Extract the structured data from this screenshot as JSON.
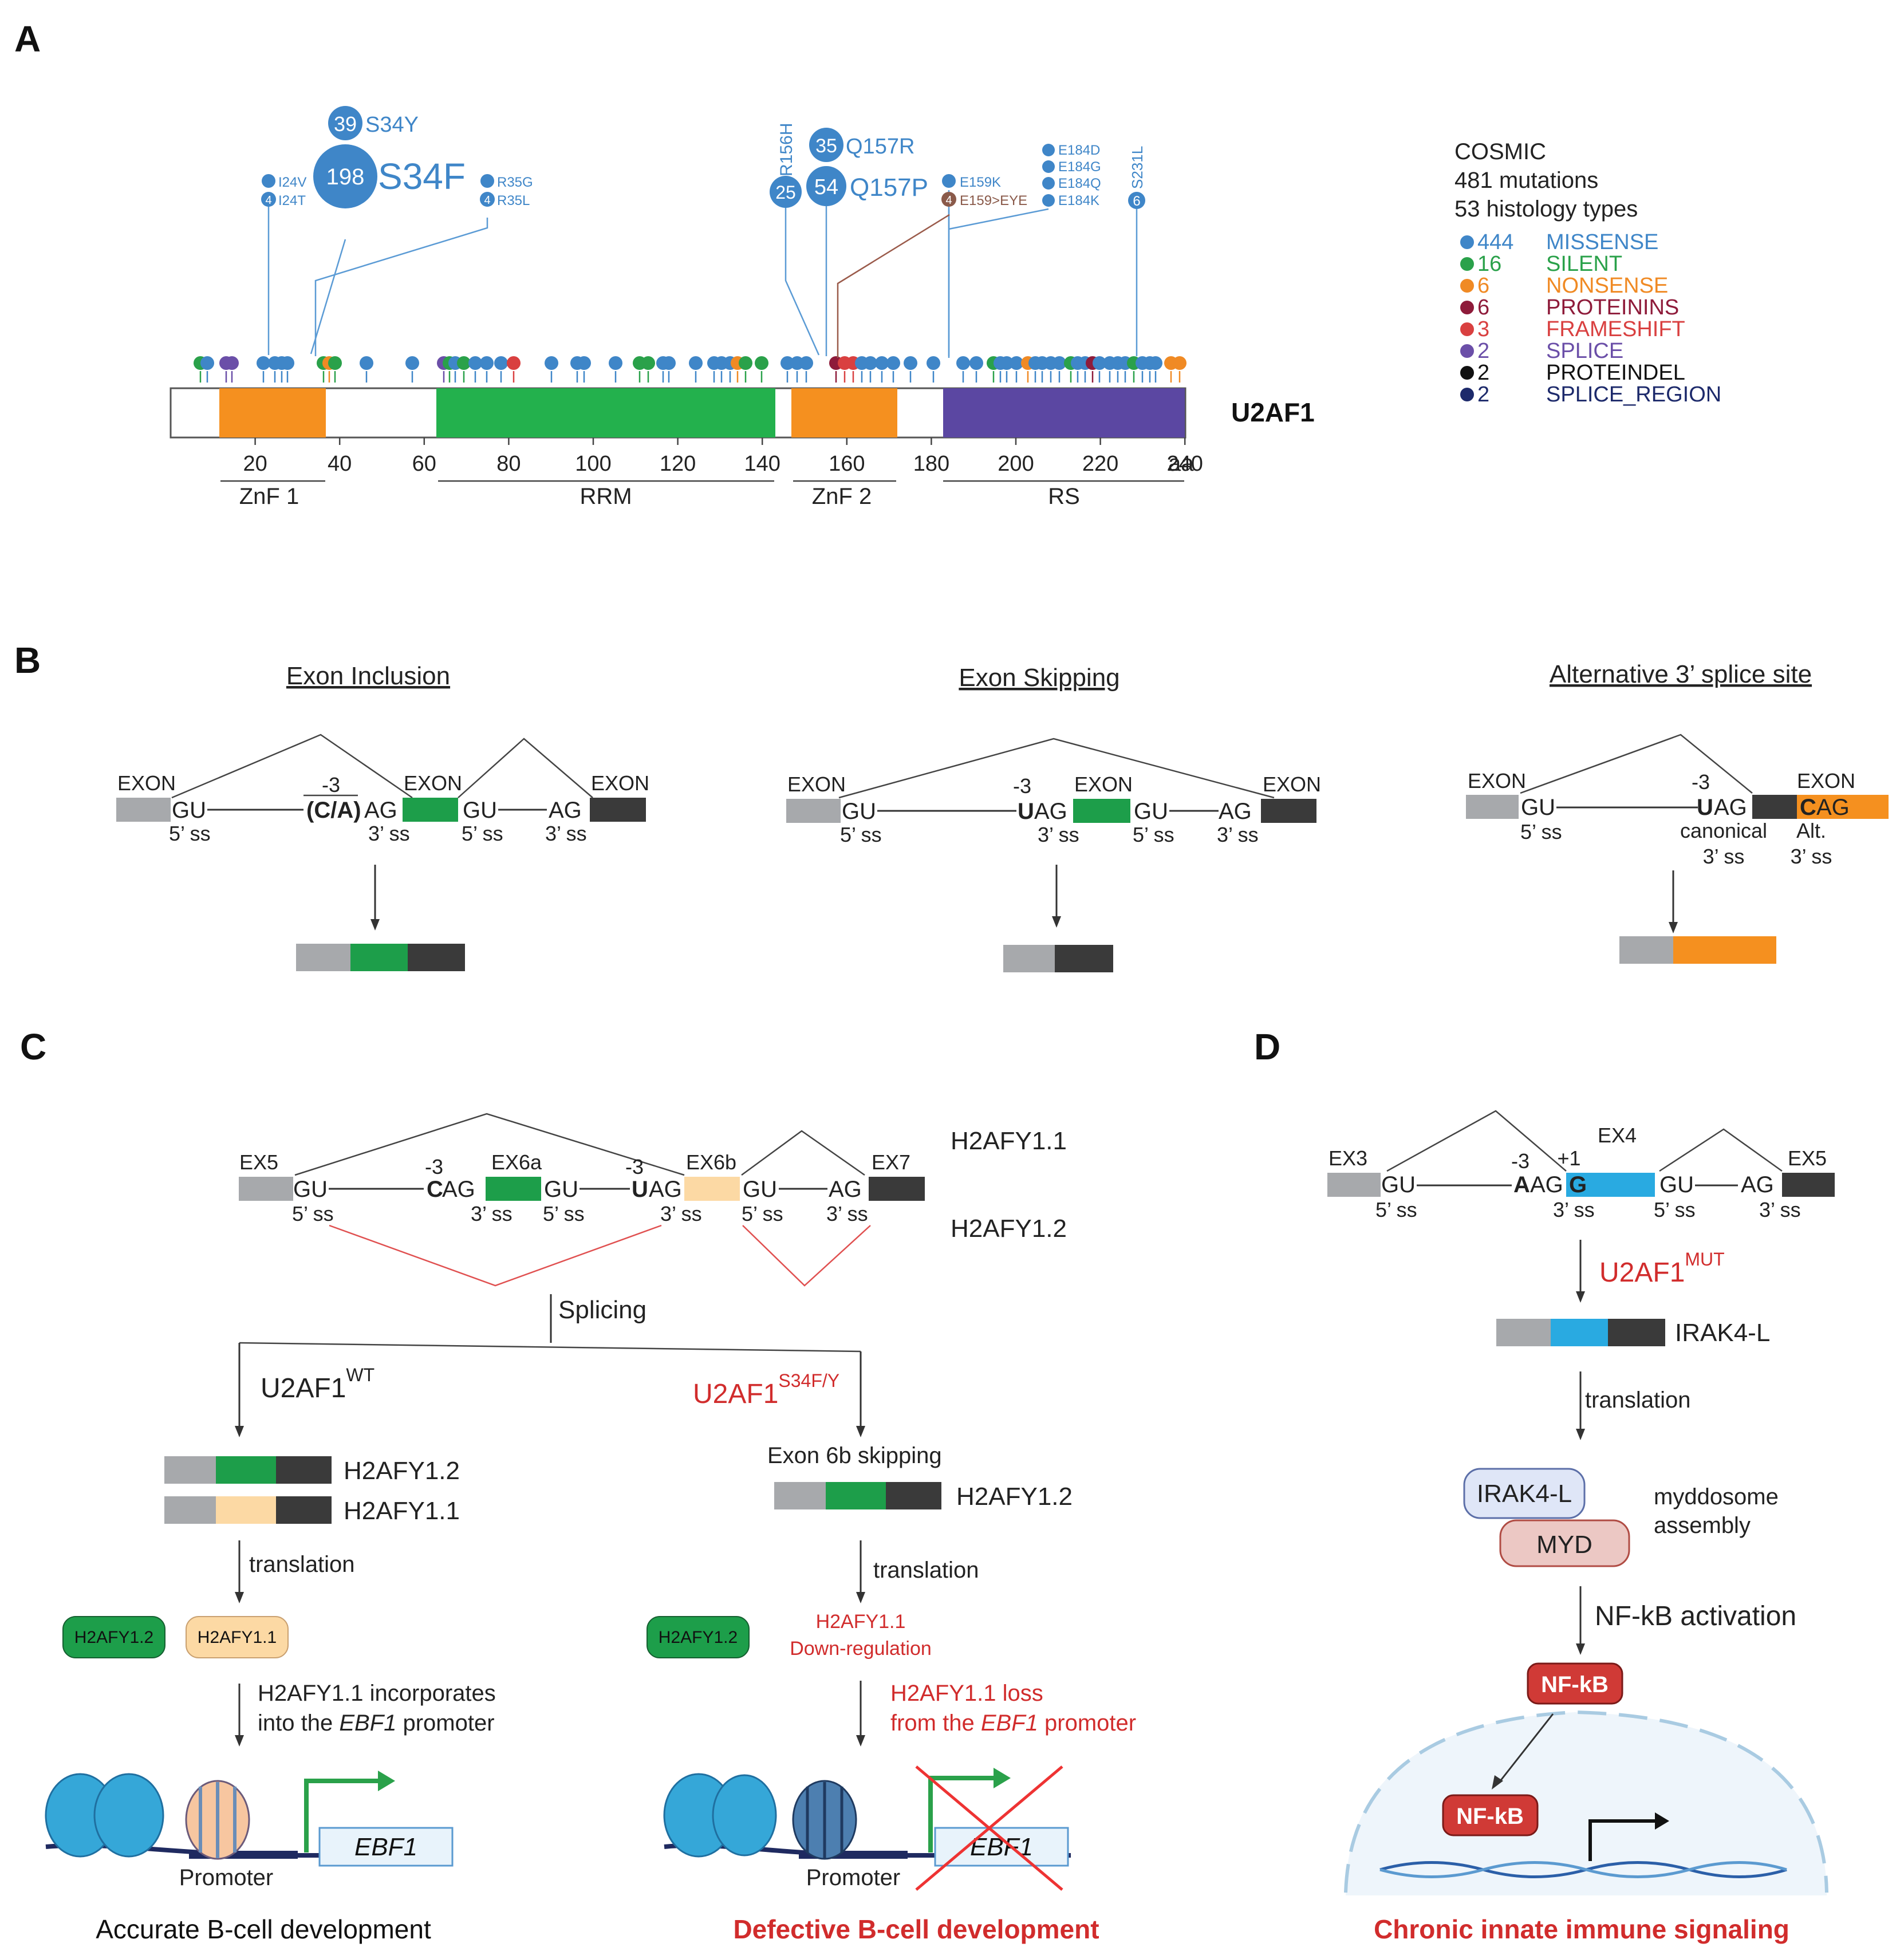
{
  "panels": {
    "a": "A",
    "b": "B",
    "c": "C",
    "d": "D"
  },
  "colors": {
    "missense": "#3f86c8",
    "silent": "#2aa14a",
    "nonsense": "#f08a24",
    "proteinins": "#8e1b3a",
    "frameshift": "#d94040",
    "splice": "#6b4fa8",
    "proteindel": "#111111",
    "splice_region": "#1d2a6b",
    "znf": "#f5901f",
    "rrm": "#23b14d",
    "rs": "#5b47a2",
    "exon_grey": "#a7a9ac",
    "exon_dark": "#3a3a3a",
    "exon_green": "#1d9e4a",
    "exon_orange": "#f5901f",
    "exon_peach": "#fcd9a4",
    "exon_blue": "#29aae1",
    "red": "#d12c2c"
  },
  "panelA": {
    "protein": "U2AF1",
    "domains": [
      {
        "label": "ZnF 1"
      },
      {
        "label": "RRM"
      },
      {
        "label": "ZnF 2"
      },
      {
        "label": "RS"
      }
    ],
    "axis": {
      "ticks": [
        "20",
        "40",
        "60",
        "80",
        "100",
        "120",
        "140",
        "160",
        "180",
        "200",
        "220",
        "240"
      ],
      "unit": "aa"
    },
    "mutations": {
      "s34y": {
        "count": "39",
        "label": "S34Y"
      },
      "s34f": {
        "count": "198",
        "label": "S34F"
      },
      "i24v": {
        "label": "I24V"
      },
      "i24t": {
        "count": "4",
        "label": "I24T"
      },
      "r35g": {
        "label": "R35G"
      },
      "r35l": {
        "count": "4",
        "label": "R35L"
      },
      "r156h": {
        "count": "25",
        "label": "R156H"
      },
      "q157r": {
        "count": "35",
        "label": "Q157R"
      },
      "q157p": {
        "count": "54",
        "label": "Q157P"
      },
      "e159k": {
        "label": "E159K"
      },
      "e159eye": {
        "count": "4",
        "label": "E159>EYE"
      },
      "e184": [
        "E184D",
        "E184G",
        "E184Q",
        "E184K"
      ],
      "s231l": {
        "count": "6",
        "label": "S231L"
      }
    },
    "cosmic": {
      "title": "COSMIC",
      "line2": "481 mutations",
      "line3": "53 histology types"
    },
    "legend": [
      {
        "count": "444",
        "label": "MISSENSE"
      },
      {
        "count": "16",
        "label": "SILENT"
      },
      {
        "count": "6",
        "label": "NONSENSE"
      },
      {
        "count": "6",
        "label": "PROTEININS"
      },
      {
        "count": "3",
        "label": "FRAMESHIFT"
      },
      {
        "count": "2",
        "label": "SPLICE"
      },
      {
        "count": "2",
        "label": "PROTEINDEL"
      },
      {
        "count": "2",
        "label": "SPLICE_REGION"
      }
    ]
  },
  "panelB": {
    "inclusion": {
      "title": "Exon Inclusion",
      "exon": "EXON",
      "gu": "GU",
      "ag": "AG",
      "ss5": "5’ ss",
      "ss3": "3’ ss",
      "minus3": "-3",
      "ca": "(C/A)"
    },
    "skipping": {
      "title": "Exon Skipping",
      "exon": "EXON",
      "gu": "GU",
      "ag": "AG",
      "ss5": "5’ ss",
      "ss3": "3’ ss",
      "minus3": "-3",
      "u": "U"
    },
    "alt3": {
      "title": "Alternative 3’ splice site",
      "exon": "EXON",
      "gu": "GU",
      "ag": "AG",
      "ss5": "5’ ss",
      "minus3": "-3",
      "u": "U",
      "c": "C",
      "cag": "AG",
      "canonical": "canonical",
      "ss3": "3’ ss",
      "alt": "Alt."
    }
  },
  "panelC": {
    "ex5": "EX5",
    "ex6a": "EX6a",
    "ex6b": "EX6b",
    "ex7": "EX7",
    "gu": "GU",
    "ag": "AG",
    "ss5": "5’ ss",
    "ss3": "3’ ss",
    "minus3": "-3",
    "c": "C",
    "u": "U",
    "iso11": "H2AFY1.1",
    "iso12": "H2AFY1.2",
    "splicing": "Splicing",
    "wt": {
      "name": "U2AF1",
      "sup": "WT"
    },
    "mut": {
      "name": "U2AF1",
      "sup": "S34F/Y"
    },
    "exon6b_skipping": "Exon 6b skipping",
    "translation": "translation",
    "downreg1": "H2AFY1.1",
    "downreg2": "Down-regulation",
    "incorp1": "H2AFY1.1 incorporates",
    "incorp2a": "into the ",
    "incorp2b": "EBF1",
    "incorp2c": " promoter",
    "loss1": "H2AFY1.1 loss",
    "loss2a": "from the ",
    "loss2b": "EBF1",
    "loss2c": " promoter",
    "ebf1": "EBF1",
    "promoter": "Promoter",
    "accurate": "Accurate B-cell development",
    "defective": "Defective B-cell development"
  },
  "panelD": {
    "ex3": "EX3",
    "ex4": "EX4",
    "ex5": "EX5",
    "gu": "GU",
    "ag": "AG",
    "a": "A",
    "g": "G",
    "minus3": "-3",
    "plus1": "+1",
    "ss5": "5’ ss",
    "ss3": "3’ ss",
    "mut": {
      "name": "U2AF1",
      "sup": "MUT"
    },
    "irak4l": "IRAK4-L",
    "translation": "translation",
    "irak4l_box": "IRAK4-L",
    "myd": "MYD",
    "myddosome1": "myddosome",
    "myddosome2": "assembly",
    "nfkb_act": "NF-kB activation",
    "nfkb": "NF-kB",
    "chronic": "Chronic innate immune signaling"
  }
}
